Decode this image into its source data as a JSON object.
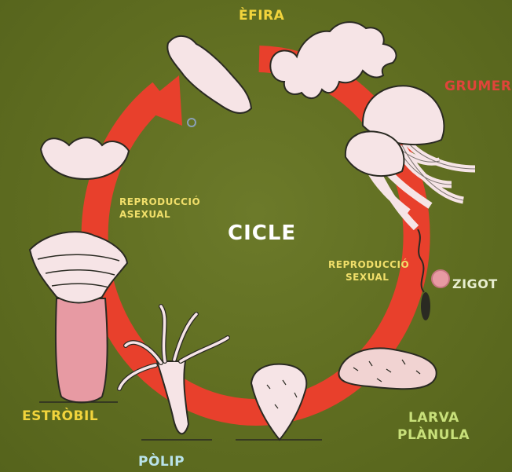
{
  "title": "CICLE",
  "stages": {
    "efira": "ÈFIRA",
    "grumer": "GRUMER",
    "zigot": "ZIGOT",
    "larva_line1": "LARVA",
    "larva_line2": "PLÀNULA",
    "polip": "PÒLIP",
    "estrobil": "ESTRÒBIL"
  },
  "processes": {
    "asexual_line1": "REPRODUCCIÓ",
    "asexual_line2": "ASEXUAL",
    "sexual_line1": "REPRODUCCIÓ",
    "sexual_line2": "SEXUAL"
  },
  "colors": {
    "background": "#5f6e22",
    "cycle_arrow": "#e8402c",
    "organism_fill": "#f6e4e6",
    "strobila_stalk": "#e79aa3",
    "zygote": "#e79aa3"
  }
}
